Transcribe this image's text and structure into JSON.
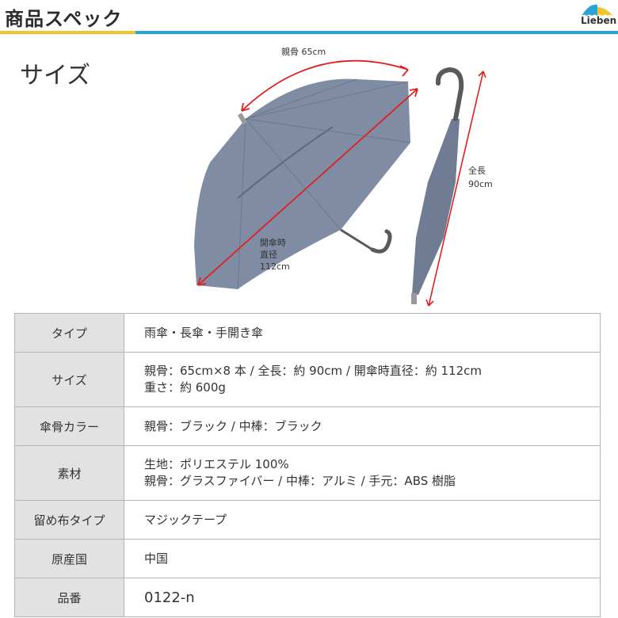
{
  "header": {
    "title": "商品スペック",
    "brand": "Lieben",
    "colors": {
      "accent_yellow": "#f2c62a",
      "accent_blue": "#2aa3d6"
    }
  },
  "section": {
    "title": "サイズ"
  },
  "figure": {
    "rib_label": "親骨 65cm",
    "length_label_1": "全長",
    "length_label_2": "90cm",
    "diameter_label_1": "開傘時",
    "diameter_label_2": "直径",
    "diameter_label_3": "112cm",
    "colors": {
      "umbrella": "#7f8ca3",
      "arrow": "#e02020",
      "handle": "#5a5a5a"
    }
  },
  "specs": [
    {
      "key": "タイプ",
      "lines": [
        "雨傘・長傘・手開き傘"
      ]
    },
    {
      "key": "サイズ",
      "lines": [
        "親骨：65cm×8 本 / 全長：約 90cm / 開傘時直径：約 112cm",
        "重さ：約 600g"
      ]
    },
    {
      "key": "傘骨カラー",
      "lines": [
        "親骨：ブラック / 中棒：ブラック"
      ]
    },
    {
      "key": "素材",
      "lines": [
        "生地：ポリエステル 100%",
        "親骨：グラスファイバー / 中棒：アルミ / 手元：ABS 樹脂"
      ]
    },
    {
      "key": "留め布タイプ",
      "lines": [
        "マジックテープ"
      ]
    },
    {
      "key": "原産国",
      "lines": [
        "中国"
      ]
    },
    {
      "key": "品番",
      "lines": [
        "0122-n"
      ]
    }
  ]
}
